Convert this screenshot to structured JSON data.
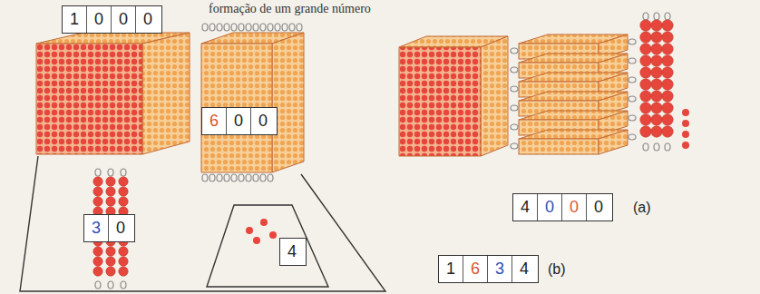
{
  "diagram": {
    "title": "formação de um grande número",
    "nodes": [
      {
        "text": [
          "1",
          "0",
          "0",
          "0"
        ]
      },
      {
        "text": [
          "6",
          "0",
          "0"
        ]
      },
      {
        "text": [
          "3",
          "0"
        ]
      },
      {
        "text": [
          "4"
        ]
      },
      {
        "text": [
          "4",
          "0",
          "0",
          "0"
        ]
      },
      {
        "text": [
          "1",
          "6",
          "3",
          "4"
        ]
      }
    ],
    "labels": [
      "(a)",
      "(b)"
    ]
  }
}
